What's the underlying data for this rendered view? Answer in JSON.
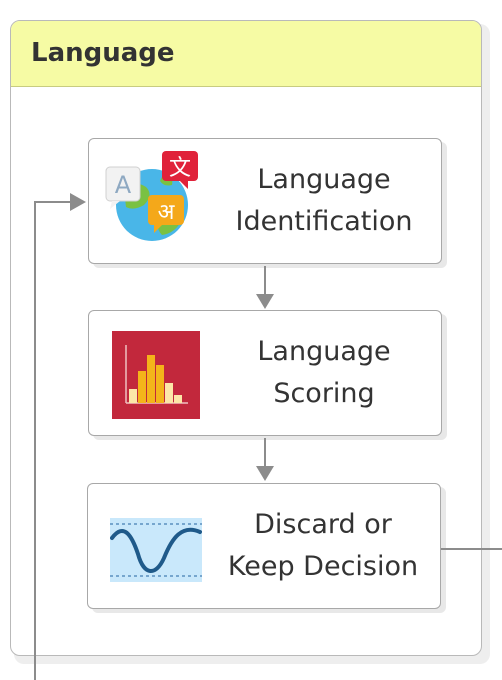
{
  "group": {
    "title": "Language"
  },
  "nodes": [
    {
      "line1": "Language",
      "line2": "Identification",
      "icon": "translate-globe-icon"
    },
    {
      "line1": "Language",
      "line2": "Scoring",
      "icon": "histogram-icon"
    },
    {
      "line1": "Discard or",
      "line2": "Keep Decision",
      "icon": "waveform-icon"
    }
  ],
  "icon_glyphs": {
    "latin": "A",
    "devanagari": "अ",
    "chinese": "文"
  },
  "colors": {
    "header_bg": "#f6fba4",
    "histogram_bg": "#c2283c",
    "histogram_bars": "#f4b41a",
    "wave_bg": "#c9e8fb",
    "wave_line": "#1f5a8a",
    "globe_blue": "#49b6e8",
    "globe_green": "#7ac143",
    "edge": "#8c8c8c"
  }
}
